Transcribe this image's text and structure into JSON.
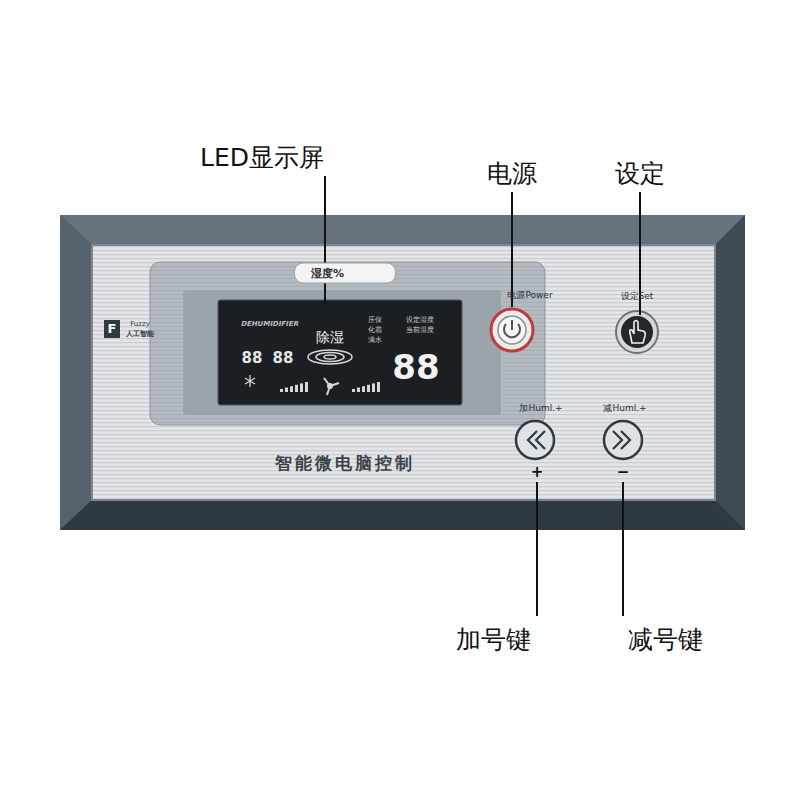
{
  "diagram": {
    "nodes": [
      {
        "text": [
          "湿度%"
        ]
      }
    ],
    "labels": [
      "LED显示屏",
      "电源",
      "设定",
      "电源Power",
      "设定Set",
      "加Huml.+",
      "减Huml.+",
      "+",
      "−",
      "智能微电脑控制",
      "Fuzzy",
      "人工智能",
      "DEHUMIDIFIER",
      "除湿",
      "压保",
      "化霜",
      "满水",
      "设定湿度",
      "当前湿度",
      "88",
      "88",
      "88",
      "加号键",
      "减号键",
      "F"
    ]
  }
}
